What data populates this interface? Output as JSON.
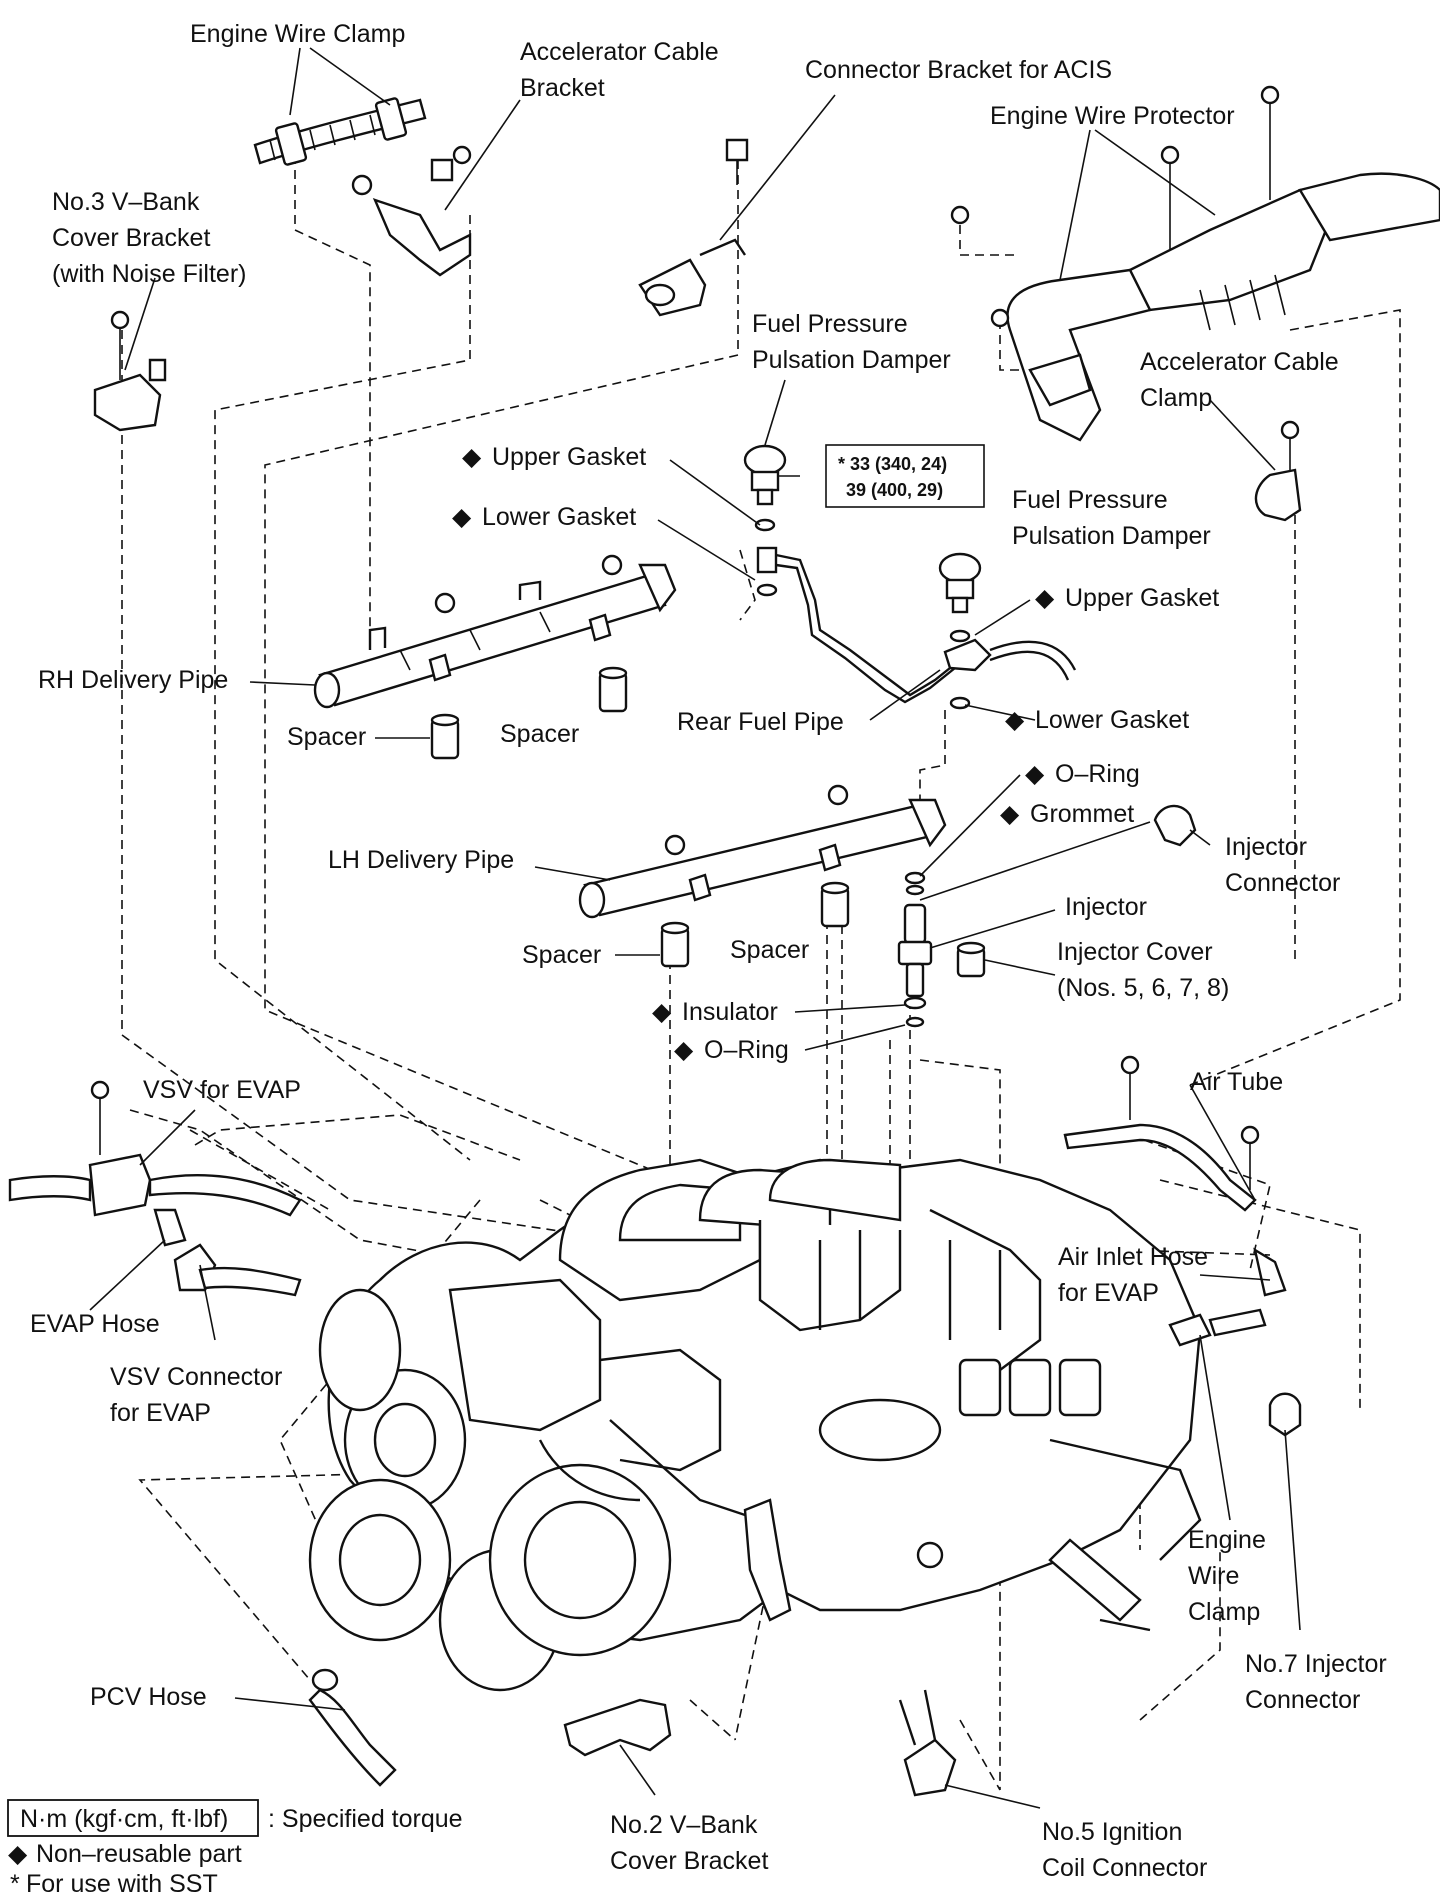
{
  "labels": {
    "engine_wire_clamp_top": "Engine Wire Clamp",
    "accel_cable_bracket_1": "Accelerator Cable",
    "accel_cable_bracket_2": "Bracket",
    "connector_bracket_acis": "Connector Bracket for ACIS",
    "engine_wire_protector": "Engine Wire Protector",
    "v_bank_bracket_3_1": "No.3 V–Bank",
    "v_bank_bracket_3_2": "Cover Bracket",
    "v_bank_bracket_3_3": "(with Noise Filter)",
    "fppd_1_a": "Fuel Pressure",
    "fppd_1_b": "Pulsation Damper",
    "accel_cable_clamp_1": "Accelerator Cable",
    "accel_cable_clamp_2": "Clamp",
    "upper_gasket_1": "Upper Gasket",
    "lower_gasket_1": "Lower Gasket",
    "torque_1": "* 33 (340, 24)",
    "torque_2": "39 (400, 29)",
    "fppd_2_a": "Fuel Pressure",
    "fppd_2_b": "Pulsation Damper",
    "upper_gasket_2": "Upper Gasket",
    "rh_delivery_pipe": "RH Delivery Pipe",
    "spacer_1": "Spacer",
    "spacer_2": "Spacer",
    "rear_fuel_pipe": "Rear Fuel Pipe",
    "lower_gasket_2": "Lower Gasket",
    "o_ring_1": "O–Ring",
    "grommet": "Grommet",
    "injector_connector_1": "Injector",
    "injector_connector_2": "Connector",
    "lh_delivery_pipe": "LH Delivery Pipe",
    "injector": "Injector",
    "injector_cover_1": "Injector Cover",
    "injector_cover_2": "(Nos. 5, 6, 7, 8)",
    "spacer_3": "Spacer",
    "spacer_4": "Spacer",
    "insulator": "Insulator",
    "o_ring_2": "O–Ring",
    "vsv_evap": "VSV for EVAP",
    "air_tube": "Air Tube",
    "air_inlet_hose_1": "Air Inlet Hose",
    "air_inlet_hose_2": "for EVAP",
    "evap_hose": "EVAP Hose",
    "vsv_connector_1": "VSV Connector",
    "vsv_connector_2": "for EVAP",
    "engine_wire_clamp_1": "Engine",
    "engine_wire_clamp_2": "Wire",
    "engine_wire_clamp_3": "Clamp",
    "no7_injector_1": "No.7 Injector",
    "no7_injector_2": "Connector",
    "pcv_hose": "PCV Hose",
    "no2_bracket_1": "No.2 V–Bank",
    "no2_bracket_2": "Cover Bracket",
    "no5_coil_1": "No.5 Ignition",
    "no5_coil_2": "Coil Connector"
  },
  "legend": {
    "torque_box": "N·m (kgf·cm, ft·lbf)",
    "torque_text": ": Specified torque",
    "non_reusable": "Non–reusable part",
    "sst_star": "*",
    "sst_text": "For use with SST"
  },
  "symbols": {
    "diamond": "◆"
  }
}
